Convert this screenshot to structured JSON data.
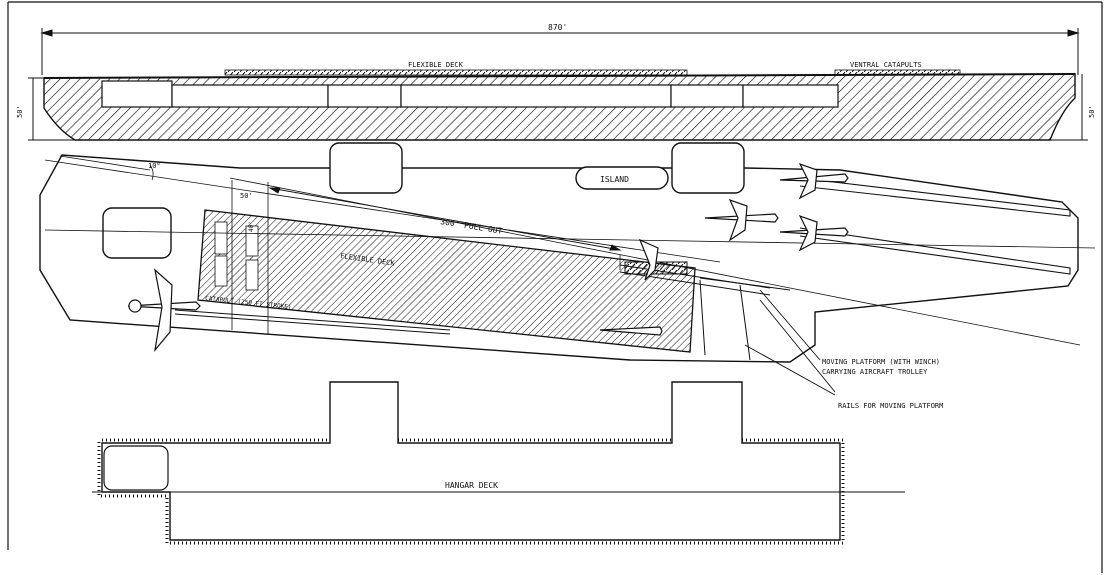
{
  "labels": {
    "overall_length": "870'",
    "beam_left": "50'",
    "beam_right": "50'",
    "flexible_deck_top": "FLEXIBLE DECK",
    "ventral_catapults": "VENTRAL CATAPULTS",
    "island": "ISLAND",
    "angle": "10°",
    "small_dim_1": "50'",
    "small_dim_2": "40'",
    "pull_out": "300' PULL OUT",
    "flexible_deck_mid": "FLEXIBLE DECK",
    "catapult_strokes": "CATAPULT (250 FT STROKE)",
    "moving_platform_1": "MOVING PLATFORM (WITH WINCH)",
    "moving_platform_2": "CARRYING AIRCRAFT TROLLEY",
    "rails": "RAILS FOR MOVING PLATFORM",
    "hangar_deck": "HANGAR DECK"
  },
  "colors": {
    "ink": "#111111",
    "paper": "#ffffff"
  }
}
